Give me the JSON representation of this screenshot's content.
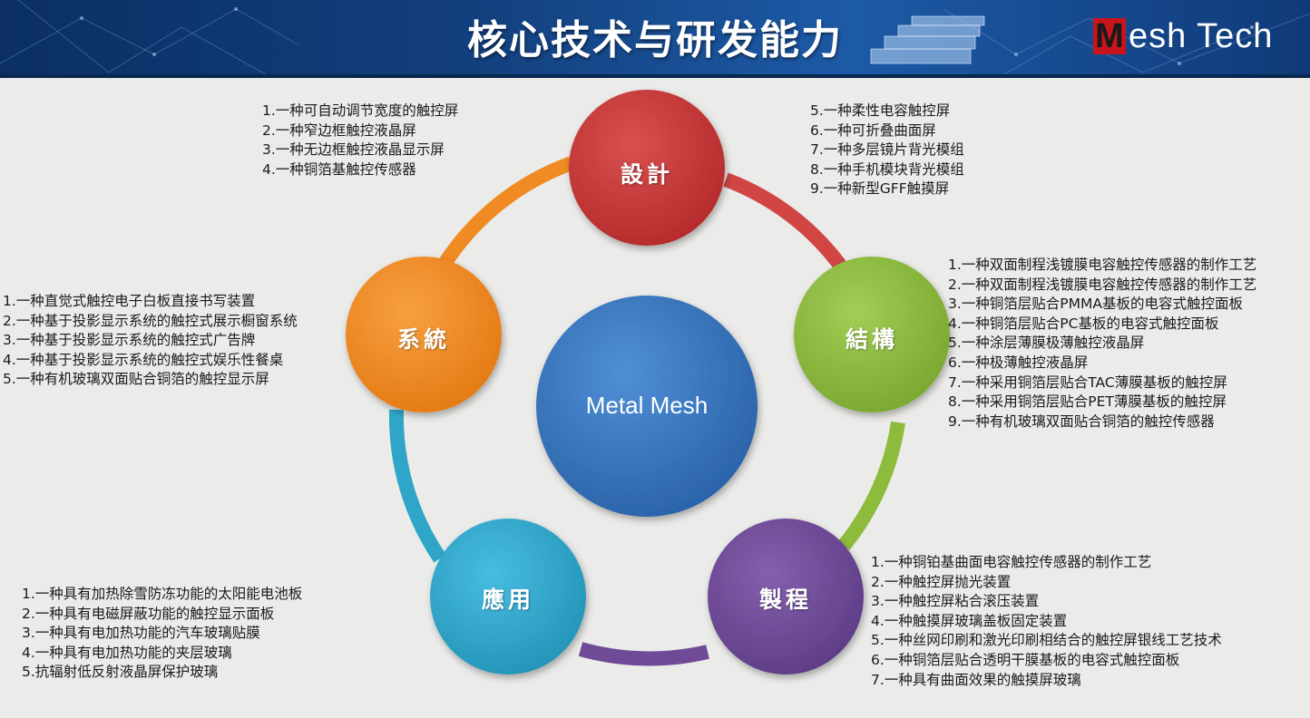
{
  "header": {
    "title": "核心技术与研发能力",
    "logo_mark": "M",
    "logo_text": "esh Tech"
  },
  "diagram": {
    "center": "Metal Mesh",
    "nodes": {
      "design": {
        "label": "設計",
        "color": "#cc3a3a"
      },
      "structure": {
        "label": "結構",
        "color": "#8dbb3c"
      },
      "process": {
        "label": "製程",
        "color": "#6f4a97"
      },
      "application": {
        "label": "應用",
        "color": "#2fa6c8"
      },
      "system": {
        "label": "系統",
        "color": "#f08a22"
      }
    }
  },
  "lists": {
    "design_left": [
      "1.一种可自动调节宽度的触控屏",
      "2.一种窄边框触控液晶屏",
      "3.一种无边框触控液晶显示屏",
      "4.一种铜箔基触控传感器"
    ],
    "design_right": [
      "5.一种柔性电容触控屏",
      "6.一种可折叠曲面屏",
      "7.一种多层镜片背光模组",
      "8.一种手机模块背光模组",
      "9.一种新型GFF触摸屏"
    ],
    "structure": [
      "1.一种双面制程浅镀膜电容触控传感器的制作工艺",
      "2.一种双面制程浅镀膜电容触控传感器的制作工艺",
      "3.一种铜箔层贴合PMMA基板的电容式触控面板",
      "4.一种铜箔层贴合PC基板的电容式触控面板",
      "5.一种涂层薄膜极薄触控液晶屏",
      "6.一种极薄触控液晶屏",
      "7.一种采用铜箔层贴合TAC薄膜基板的触控屏",
      "8.一种采用铜箔层贴合PET薄膜基板的触控屏",
      "9.一种有机玻璃双面贴合铜箔的触控传感器"
    ],
    "process": [
      "1.一种铜铂基曲面电容触控传感器的制作工艺",
      "2.一种触控屏抛光装置",
      "3.一种触控屏粘合滚压装置",
      "4.一种触摸屏玻璃盖板固定装置",
      "5.一种丝网印刷和激光印刷相结合的触控屏银线工艺技术",
      "6.一种铜箔层贴合透明干膜基板的电容式触控面板",
      "7.一种具有曲面效果的触摸屏玻璃"
    ],
    "application": [
      "1.一种具有加热除雪防冻功能的太阳能电池板",
      "2.一种具有电磁屏蔽功能的触控显示面板",
      "3.一种具有电加热功能的汽车玻璃贴膜",
      "4.一种具有电加热功能的夹层玻璃",
      "5.抗辐射低反射液晶屏保护玻璃"
    ],
    "system": [
      "1.一种直觉式触控电子白板直接书写装置",
      "2.一种基于投影显示系统的触控式展示橱窗系统",
      "3.一种基于投影显示系统的触控式广告牌",
      "4.一种基于投影显示系统的触控式娱乐性餐桌",
      "5.一种有机玻璃双面贴合铜箔的触控显示屏"
    ]
  }
}
